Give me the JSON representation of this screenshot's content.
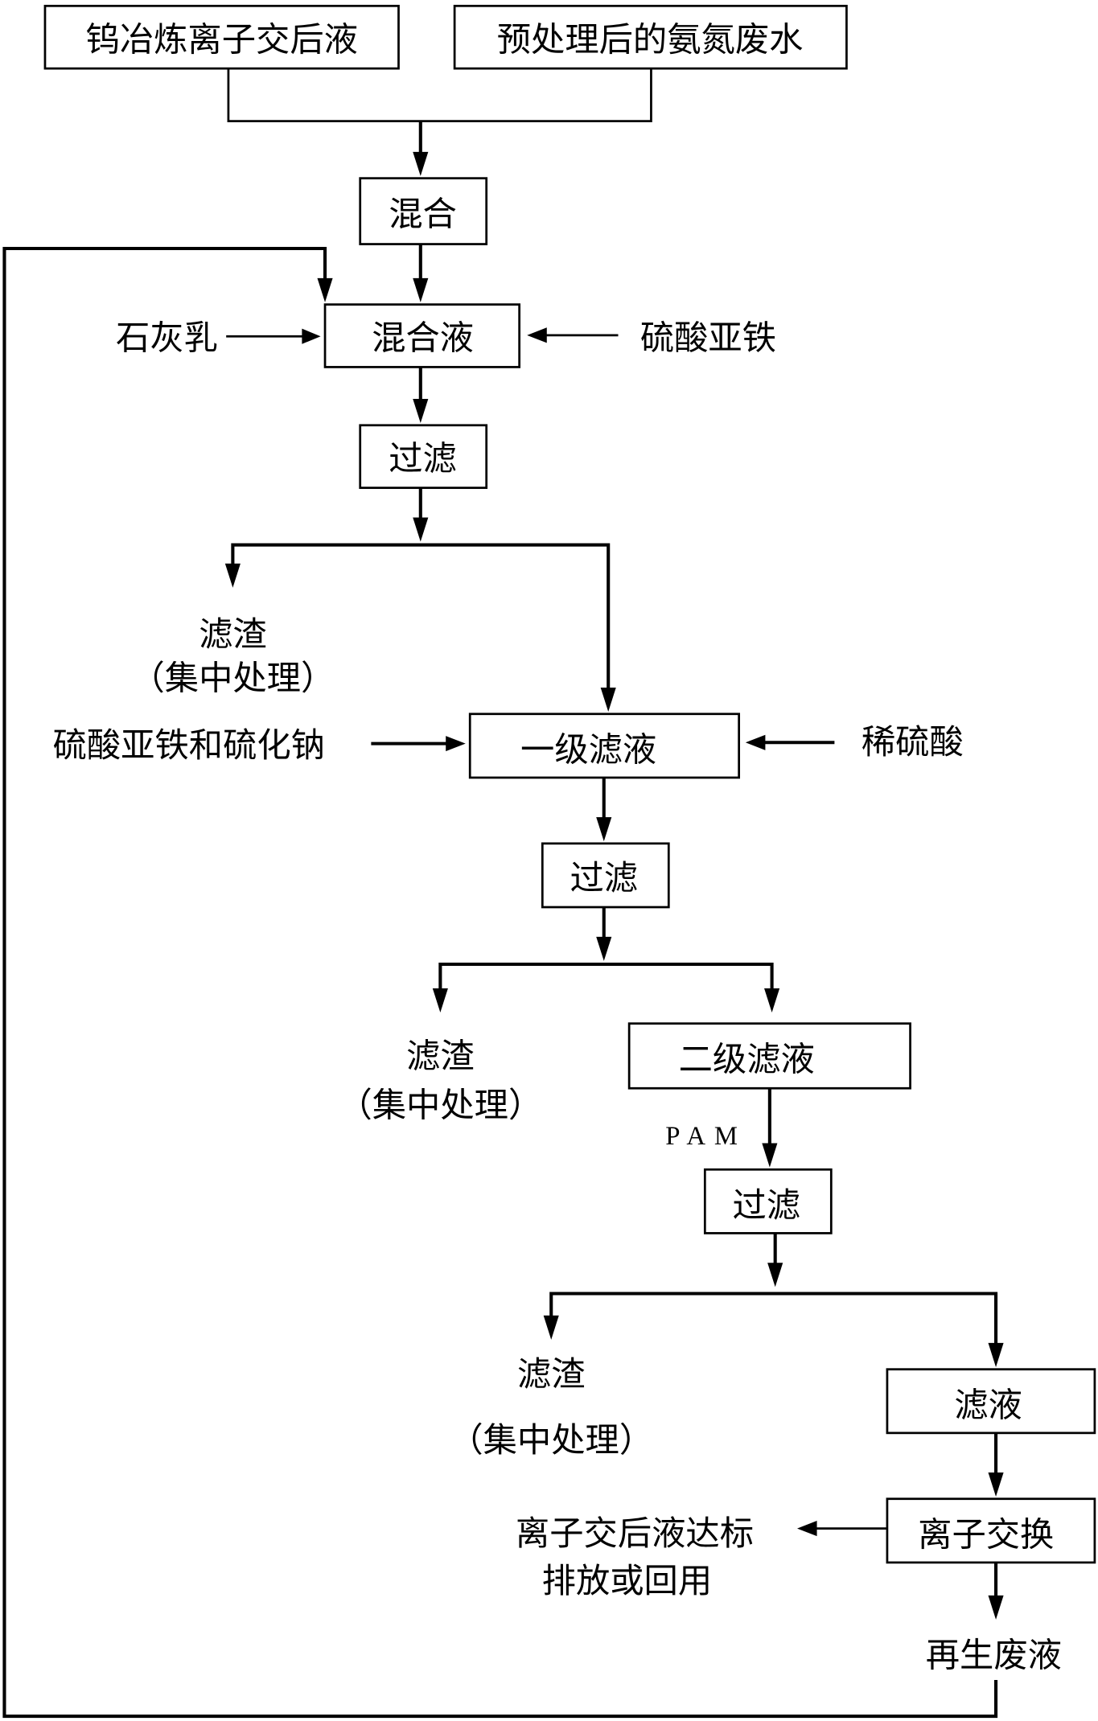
{
  "diagram": {
    "type": "process-flowchart",
    "inputs": {
      "tungsten_liquor": "钨冶炼离子交后液",
      "ammonia_wastewater": "预处理后的氨氮废水"
    },
    "steps": {
      "mix": "混合",
      "mixed_liquid": "混合液",
      "filter1": "过滤",
      "filtrate1": "一级滤液",
      "filter2": "过滤",
      "filtrate2": "二级滤液",
      "filter3": "过滤",
      "filtrate3": "滤液",
      "ion_exchange": "离子交换"
    },
    "reagents": {
      "lime_milk": "石灰乳",
      "ferrous_sulfate": "硫酸亚铁",
      "ferrous_sulfate_sodium_sulfide": "硫酸亚铁和硫化钠",
      "dilute_sulfuric_acid": "稀硫酸",
      "pam": "PAM"
    },
    "outputs": {
      "residue1": "滤渣",
      "residue1_note": "（集中处理）",
      "residue2": "滤渣",
      "residue2_note": "（集中处理）",
      "residue3": "滤渣",
      "residue3_note": "（集中处理）",
      "discharge_line1": "离子交后液达标",
      "discharge_line2": "排放或回用",
      "regeneration_waste": "再生废液"
    }
  }
}
